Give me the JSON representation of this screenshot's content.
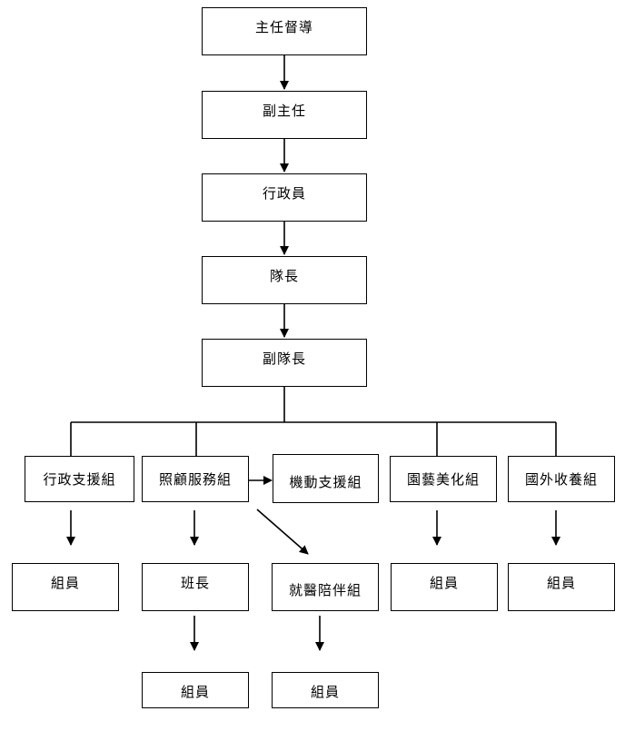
{
  "nodes": {
    "director": "主任督導",
    "deputy_director": "副主任",
    "administrator": "行政員",
    "captain": "隊長",
    "vice_captain": "副隊長",
    "admin_support": "行政支援組",
    "care_service": "照顧服務組",
    "mobile_support": "機動支援組",
    "horticulture": "園藝美化組",
    "foreign_adoption": "國外收養組",
    "admin_support_member": "組員",
    "team_leader": "班長",
    "medical_escort": "就醫陪伴組",
    "horticulture_member": "組員",
    "foreign_adoption_member": "組員",
    "team_leader_member": "組員",
    "medical_escort_member": "組員"
  }
}
